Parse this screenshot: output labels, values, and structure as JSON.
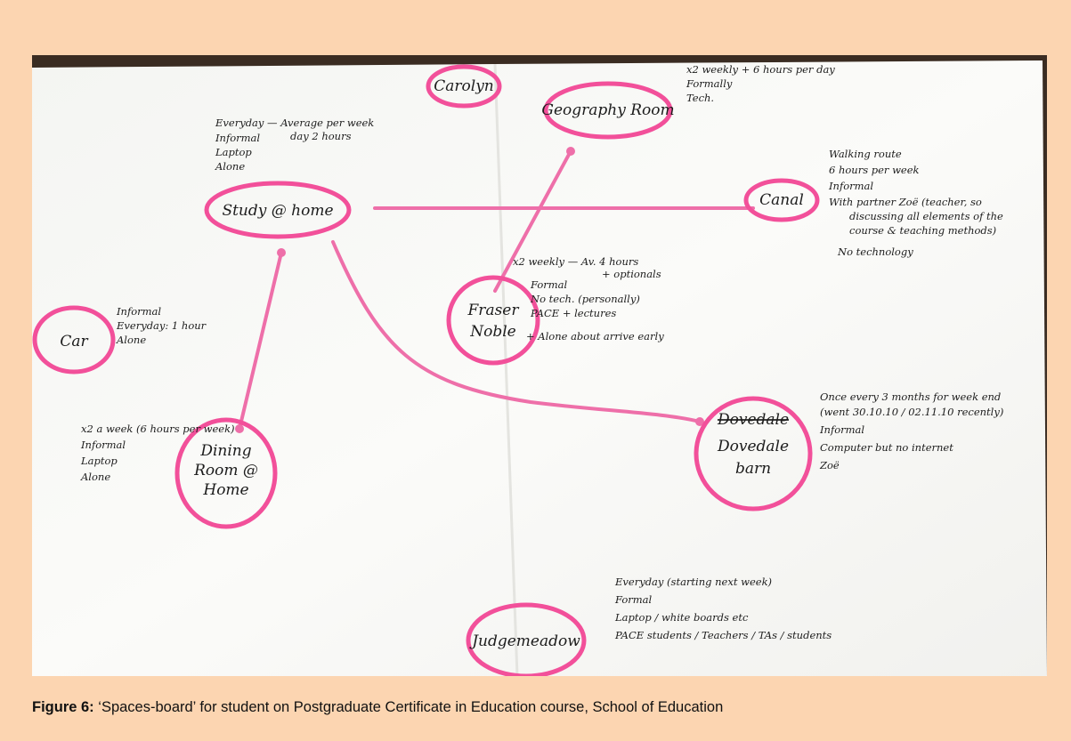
{
  "caption": {
    "label": "Figure 6:",
    "text": "‘Spaces-board’ for student on Postgraduate Certificate in Education course, School of Education"
  },
  "nodes": {
    "study_home": "Study @ home",
    "carolyn": "Carolyn",
    "geography": "Geography Room",
    "canal": "Canal",
    "fraser_1": "Fraser",
    "fraser_2": "Noble",
    "car": "Car",
    "dining_1": "Dining",
    "dining_2": "Room @",
    "dining_3": "Home",
    "dovedale_strike": "Dovedale",
    "dovedale_1": "Dovedale",
    "dovedale_2": "barn",
    "judgemeadow": "Judgemeadow"
  },
  "notes": {
    "study_home": [
      "Everyday — Average per week",
      "day 2 hours",
      "Informal",
      "Laptop",
      "Alone"
    ],
    "geography": [
      "x2 weekly + 6 hours per day",
      "Formally",
      "Tech."
    ],
    "canal": [
      "Walking route",
      "6 hours per week",
      "Informal",
      "With partner Zoë (teacher, so",
      "discussing all elements of the",
      "course & teaching methods)",
      "No technology"
    ],
    "fraser": [
      "x2 weekly — Av. 4 hours",
      "+ optionals",
      "Formal",
      "No tech. (personally)",
      "PACE + lectures",
      "+ Alone about arrive early"
    ],
    "car": [
      "Informal",
      "Everyday: 1 hour",
      "Alone"
    ],
    "dining": [
      "x2 a week (6 hours per week)",
      "Informal",
      "Laptop",
      "Alone"
    ],
    "dovedale": [
      "Once every 3 months for week end",
      "(went 30.10.10 / 02.11.10 recently)",
      "Informal",
      "Computer but no internet",
      "Zoë"
    ],
    "judgemeadow": [
      "Everyday (starting next week)",
      "Formal",
      "Laptop / white boards etc",
      "PACE students / Teachers / TAs / students"
    ]
  },
  "colors": {
    "ink": "#1c1c1c",
    "highlighter": "#f2509a",
    "background": "#fcd5b1"
  }
}
